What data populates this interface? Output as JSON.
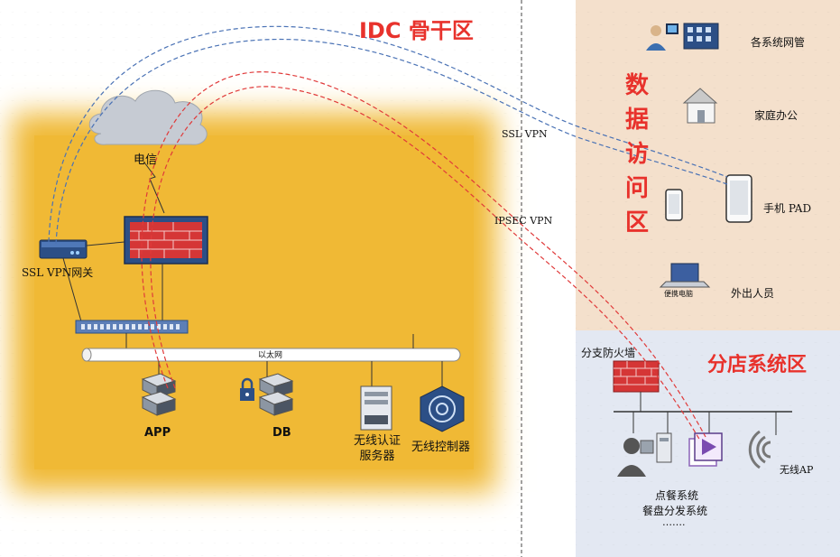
{
  "zones": {
    "idc": {
      "title": "IDC 骨干区"
    },
    "data_access": {
      "title_chars": [
        "数",
        "据",
        "访",
        "问",
        "区"
      ]
    },
    "branch": {
      "title": "分店系统区"
    }
  },
  "idc": {
    "telecom_label": "电信",
    "ssl_gateway_label": "SSL VPN网关",
    "ethernet_label": "以太网",
    "app_label": "APP",
    "db_label": "DB",
    "wireless_auth_label_1": "无线认证",
    "wireless_auth_label_2": "服务器",
    "wireless_ctrl_label": "无线控制器"
  },
  "tunnels": {
    "ssl_label": "SSL VPN",
    "ipsec_label": "IPSEC VPN"
  },
  "access": {
    "network_mgmt": "各系统网管",
    "home_office": "家庭办公",
    "mobile_pad": "手机 PAD",
    "laptop_caption": "便携电脑",
    "field_staff": "外出人员"
  },
  "branch": {
    "firewall_label": "分支防火墙",
    "wireless_ap": "无线AP",
    "ordering_system": "点餐系统",
    "dish_dispatch": "餐盘分发系统",
    "ellipsis": "…….",
    "more": "……."
  },
  "colors": {
    "zone_title": "#e8322c",
    "idc_bg": "#f0b935",
    "access_bg": "#f4e0cc",
    "branch_bg": "#e3e8f2",
    "ssl_line": "#4a72b5",
    "ipsec_line": "#e03a3a"
  }
}
